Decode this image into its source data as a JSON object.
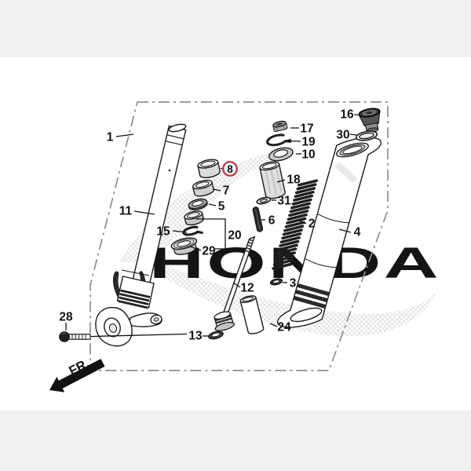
{
  "diagram": {
    "watermark": "HONDA",
    "fr_label": "FR.",
    "highlight": {
      "part": "8",
      "color": "#c5303c"
    },
    "colors": {
      "background": "#ffffff",
      "page_margin": "#f1f1f2",
      "line": "#1b1b1b",
      "border_dash": "#8e8e8e",
      "watermark_gray": "#e7e7e8"
    },
    "callouts": [
      {
        "num": "1"
      },
      {
        "num": "11"
      },
      {
        "num": "15"
      },
      {
        "num": "29"
      },
      {
        "num": "20"
      },
      {
        "num": "8"
      },
      {
        "num": "7"
      },
      {
        "num": "5"
      },
      {
        "num": "17"
      },
      {
        "num": "19"
      },
      {
        "num": "10"
      },
      {
        "num": "18"
      },
      {
        "num": "31"
      },
      {
        "num": "6"
      },
      {
        "num": "2"
      },
      {
        "num": "16"
      },
      {
        "num": "30"
      },
      {
        "num": "4"
      },
      {
        "num": "3"
      },
      {
        "num": "12"
      },
      {
        "num": "24"
      },
      {
        "num": "13"
      },
      {
        "num": "28"
      }
    ]
  }
}
